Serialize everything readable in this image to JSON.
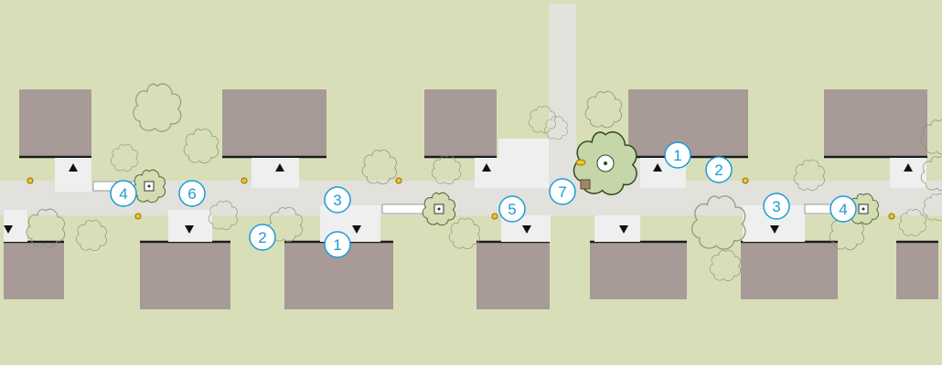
{
  "colors": {
    "lawn": "#d8dfb8",
    "street": "#e3e1dc",
    "building": "#a89a96",
    "driveway": "#efefef",
    "callout": "#1a9bd7",
    "tree_outline": "#8a9378",
    "tree_outline_highlight": "#2f4a1e",
    "tree_fill_highlight": "#c5d6a9",
    "light_fixture": "#f4c325",
    "lamp_base": "#a1866a"
  },
  "symbols": {
    "entrance_marker_icon": "black-triangle",
    "street_light_icon": "small-yellow-circle",
    "tree_icon": "tree-canopy",
    "tree_well_icon": "dotted-square",
    "callout_icon": "numbered-circle"
  },
  "callouts": [
    {
      "label": "1"
    },
    {
      "label": "1"
    },
    {
      "label": "2"
    },
    {
      "label": "2"
    },
    {
      "label": "3"
    },
    {
      "label": "3"
    },
    {
      "label": "4"
    },
    {
      "label": "4"
    },
    {
      "label": "5"
    },
    {
      "label": "6"
    },
    {
      "label": "7"
    }
  ]
}
